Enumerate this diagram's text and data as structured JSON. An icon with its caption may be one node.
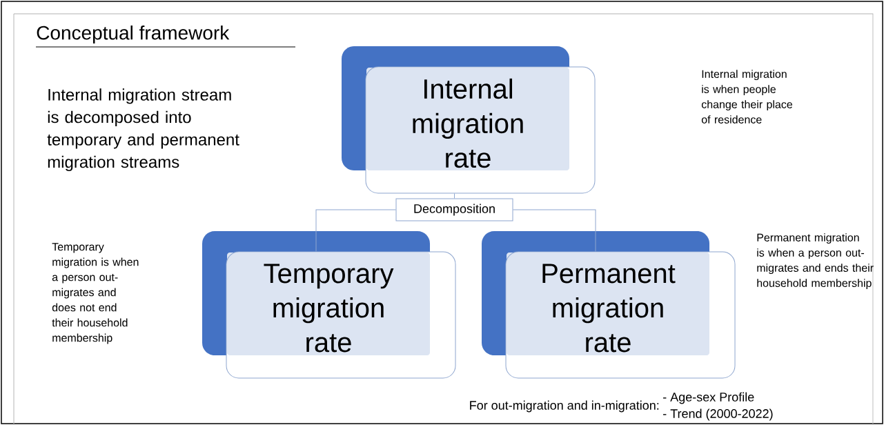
{
  "diagram": {
    "title": "Conceptual framework",
    "nodes": [
      {
        "text": [
          "Internal migration rate"
        ]
      },
      {
        "text": [
          "Decomposition"
        ]
      },
      {
        "text": [
          "Temporary migration rate"
        ]
      },
      {
        "text": [
          "Permanent migration rate"
        ]
      }
    ],
    "edges": [
      {
        "from": 0,
        "to": 1,
        "arrow": "none"
      },
      {
        "from": 1,
        "to": 2,
        "arrow": "none"
      },
      {
        "from": 1,
        "to": 3,
        "arrow": "none"
      }
    ],
    "labels": [
      "Internal migration stream is decomposed into temporary and permanent migration streams",
      "Internal migration is when people change their place of  residence",
      "Temporary migration is when a person out-migrates and does not end their household membership",
      "Permanent migration is when a person out-migrates and ends their household membership",
      "For out-migration and in-migration:",
      "- Age-sex Profile",
      "- Trend (2000-2022)"
    ]
  }
}
